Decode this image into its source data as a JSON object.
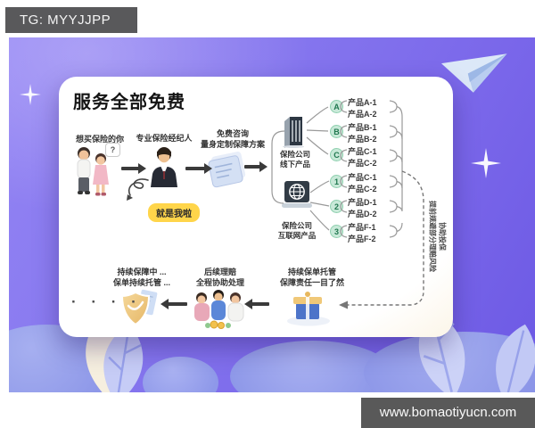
{
  "badges": {
    "tg": "TG: MYYJJPP",
    "website": "www.bomaotiyucn.com"
  },
  "card": {
    "title": "服务全部免费",
    "flow_top": {
      "step1_label": "想买保险的你",
      "step1_bubble": "?",
      "step2_label": "专业保险经纪人",
      "step2_callout": "就是我啦",
      "step3_line1": "免费咨询",
      "step3_line2": "量身定制保障方案"
    },
    "channels": [
      {
        "label_line1": "保险公司",
        "label_line2": "线下产品",
        "icon": "building-icon",
        "groups": [
          {
            "key": "A",
            "products": [
              "产品A-1",
              "产品A-2"
            ]
          },
          {
            "key": "B",
            "products": [
              "产品B-1",
              "产品B-2"
            ]
          },
          {
            "key": "C",
            "products": [
              "产品C-1",
              "产品C-2"
            ]
          }
        ]
      },
      {
        "label_line1": "保险公司",
        "label_line2": "互联网产品",
        "icon": "globe-laptop-icon",
        "groups": [
          {
            "key": "1",
            "products": [
              "产品C-1",
              "产品C-2"
            ]
          },
          {
            "key": "2",
            "products": [
              "产品D-1",
              "产品D-2"
            ]
          },
          {
            "key": "3",
            "products": [
              "产品F-1",
              "产品F-2"
            ]
          }
        ]
      }
    ],
    "side_note_line1": "协助投保",
    "side_note_line2": "提前规避部分理赔风险",
    "bottom_steps": [
      {
        "line1": "持续保单托管",
        "line2": "保障责任一目了然"
      },
      {
        "line1": "后续理赔",
        "line2": "全程协助处理"
      },
      {
        "line1": "持续保障中 ...",
        "line2": "保单持续托管 ..."
      }
    ],
    "ellipsis": "· · · ·"
  },
  "colors": {
    "background_purple": "#7f6ef0",
    "card_cream": "#efdcba",
    "badge_gray": "#595959",
    "callout_yellow": "#ffd54a",
    "node_green_bg": "#c8e9d8",
    "node_green_text": "#20774f",
    "flow_arrow_dark": "#3a3a3a"
  }
}
